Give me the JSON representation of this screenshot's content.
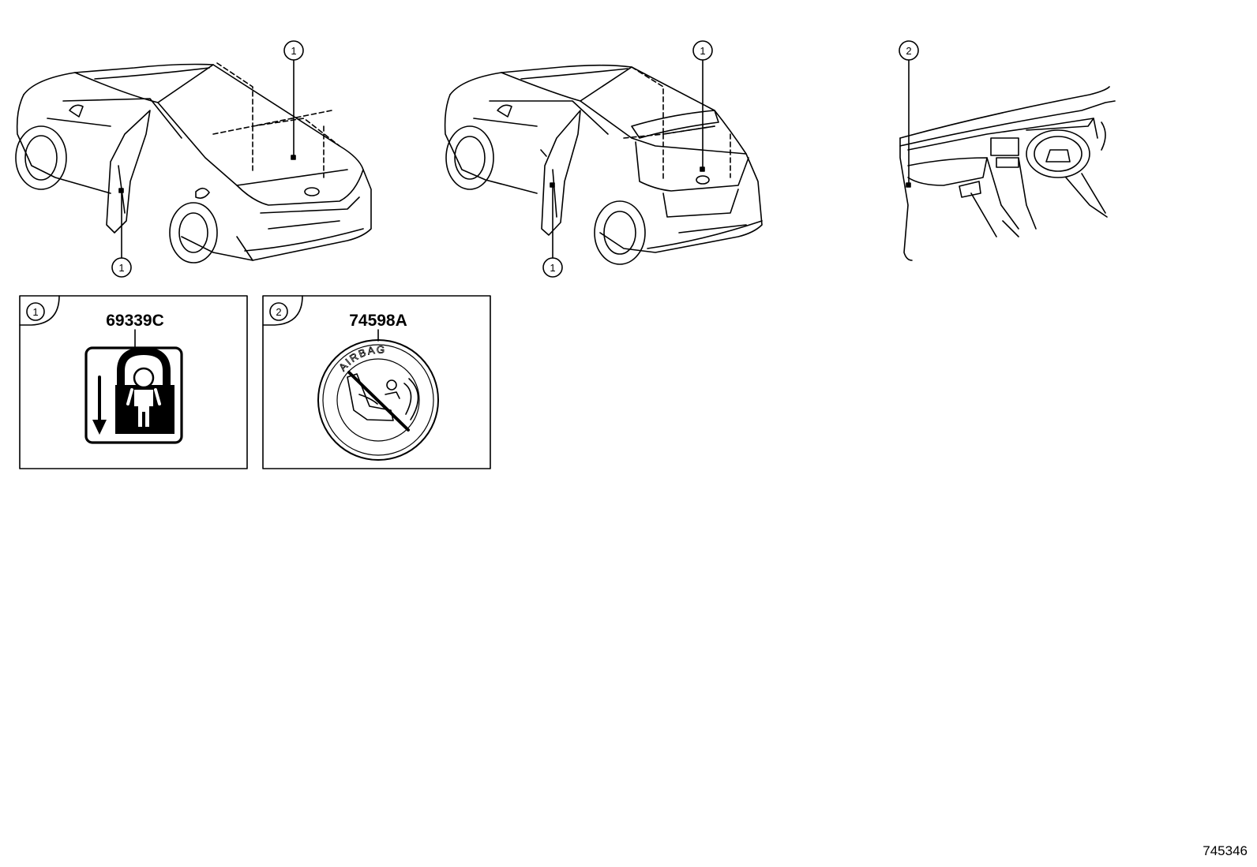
{
  "callouts": {
    "sedan_top": "1",
    "sedan_bottom": "1",
    "hatch_top": "1",
    "hatch_bottom": "1",
    "dash_top": "2"
  },
  "panels": [
    {
      "index": "1",
      "part_number": "69339C",
      "icon": "child-lock-icon"
    },
    {
      "index": "2",
      "part_number": "74598A",
      "icon": "no-child-seat-airbag-icon",
      "label_text": "AIRBAG"
    }
  ],
  "figure_number": "745346"
}
